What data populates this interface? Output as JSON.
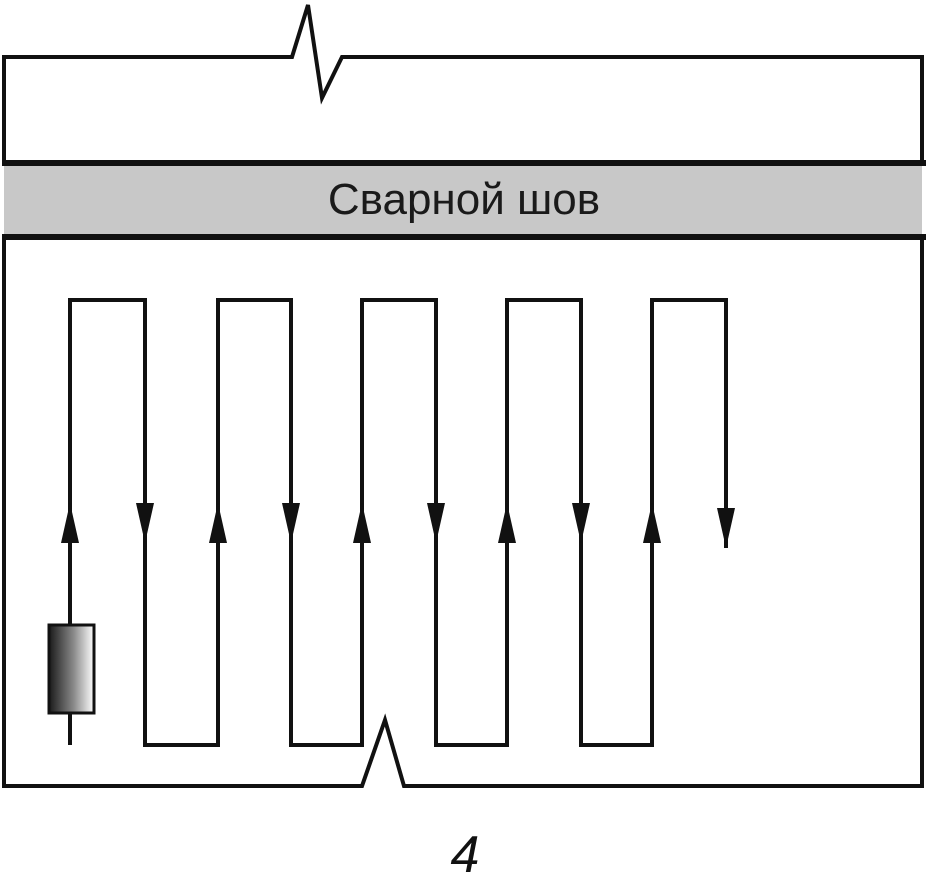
{
  "weld_seam": {
    "label": "Сварной шов",
    "fill_color": "#c8c8c8"
  },
  "figure": {
    "number": "4"
  },
  "colors": {
    "line": "#111111",
    "background": "#ffffff"
  },
  "scan_path": {
    "direction_pattern": [
      "up",
      "down",
      "up",
      "down",
      "up",
      "down",
      "up",
      "down",
      "up",
      "down"
    ]
  },
  "transducer": {
    "icon": "ultrasonic-probe-icon"
  }
}
